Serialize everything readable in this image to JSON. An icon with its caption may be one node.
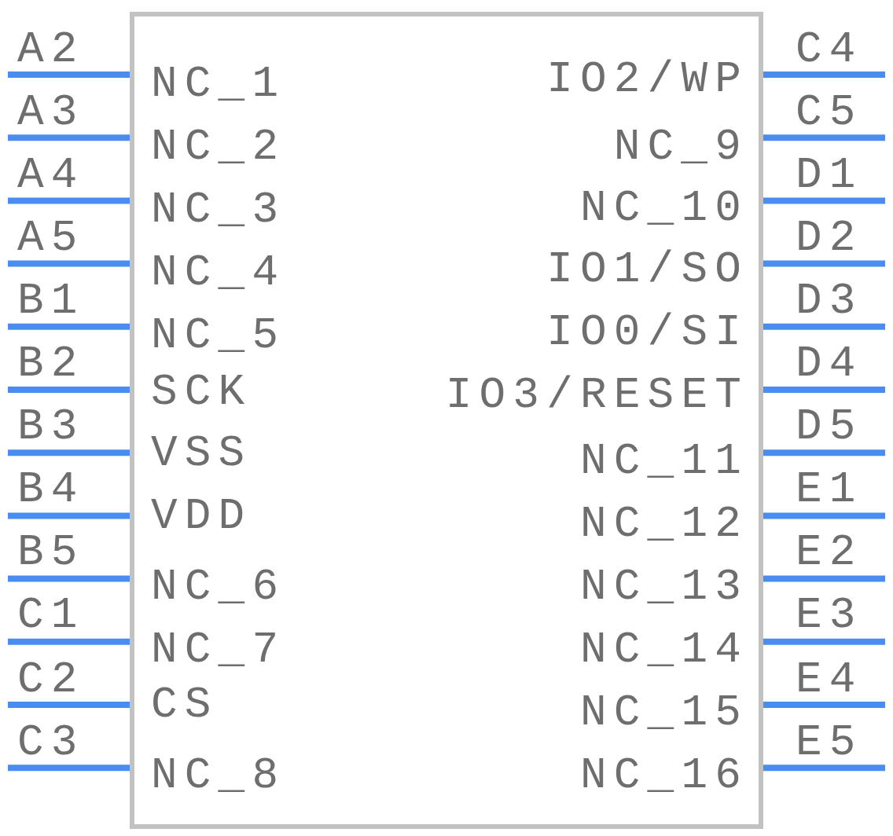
{
  "diagram": {
    "nodes": [
      {
        "text": [],
        "shape": "box"
      },
      {
        "text": [
          "A2"
        ]
      },
      {
        "text": [
          "A3"
        ]
      },
      {
        "text": [
          "A4"
        ]
      },
      {
        "text": [
          "A5"
        ]
      },
      {
        "text": [
          "B1"
        ]
      },
      {
        "text": [
          "B2"
        ]
      },
      {
        "text": [
          "B3"
        ]
      },
      {
        "text": [
          "B4"
        ]
      },
      {
        "text": [
          "B5"
        ]
      },
      {
        "text": [
          "C1"
        ]
      },
      {
        "text": [
          "C2"
        ]
      },
      {
        "text": [
          "C3"
        ]
      },
      {
        "text": [
          "C4"
        ]
      },
      {
        "text": [
          "C5"
        ]
      },
      {
        "text": [
          "D1"
        ]
      },
      {
        "text": [
          "D2"
        ]
      },
      {
        "text": [
          "D3"
        ]
      },
      {
        "text": [
          "D4"
        ]
      },
      {
        "text": [
          "D5"
        ]
      },
      {
        "text": [
          "E1"
        ]
      },
      {
        "text": [
          "E2"
        ]
      },
      {
        "text": [
          "E3"
        ]
      },
      {
        "text": [
          "E4"
        ]
      },
      {
        "text": [
          "E5"
        ]
      }
    ],
    "edges": [
      {
        "from": 1,
        "to": 0,
        "arrow": "none"
      },
      {
        "from": 2,
        "to": 0,
        "arrow": "none"
      },
      {
        "from": 3,
        "to": 0,
        "arrow": "none"
      },
      {
        "from": 4,
        "to": 0,
        "arrow": "none"
      },
      {
        "from": 5,
        "to": 0,
        "arrow": "none"
      },
      {
        "from": 6,
        "to": 0,
        "arrow": "none"
      },
      {
        "from": 7,
        "to": 0,
        "arrow": "none"
      },
      {
        "from": 8,
        "to": 0,
        "arrow": "none"
      },
      {
        "from": 9,
        "to": 0,
        "arrow": "none"
      },
      {
        "from": 10,
        "to": 0,
        "arrow": "none"
      },
      {
        "from": 11,
        "to": 0,
        "arrow": "none"
      },
      {
        "from": 12,
        "to": 0,
        "arrow": "none"
      },
      {
        "from": 13,
        "to": 0,
        "arrow": "none"
      },
      {
        "from": 14,
        "to": 0,
        "arrow": "none"
      },
      {
        "from": 15,
        "to": 0,
        "arrow": "none"
      },
      {
        "from": 16,
        "to": 0,
        "arrow": "none"
      },
      {
        "from": 17,
        "to": 0,
        "arrow": "none"
      },
      {
        "from": 18,
        "to": 0,
        "arrow": "none"
      },
      {
        "from": 19,
        "to": 0,
        "arrow": "none"
      },
      {
        "from": 20,
        "to": 0,
        "arrow": "none"
      },
      {
        "from": 21,
        "to": 0,
        "arrow": "none"
      },
      {
        "from": 22,
        "to": 0,
        "arrow": "none"
      },
      {
        "from": 23,
        "to": 0,
        "arrow": "none"
      },
      {
        "from": 24,
        "to": 0,
        "arrow": "none"
      }
    ],
    "labels": [
      "NC_1",
      "NC_2",
      "NC_3",
      "NC_4",
      "NC_5",
      "SCK",
      "VSS",
      "VDD",
      "NC_6",
      "NC_7",
      "CS",
      "NC_8",
      "IO2/WP",
      "NC_9",
      "NC_10",
      "IO1/SO",
      "IO0/SI",
      "IO3/RESET",
      "NC_11",
      "NC_12",
      "NC_13",
      "NC_14",
      "NC_15",
      "NC_16"
    ]
  }
}
